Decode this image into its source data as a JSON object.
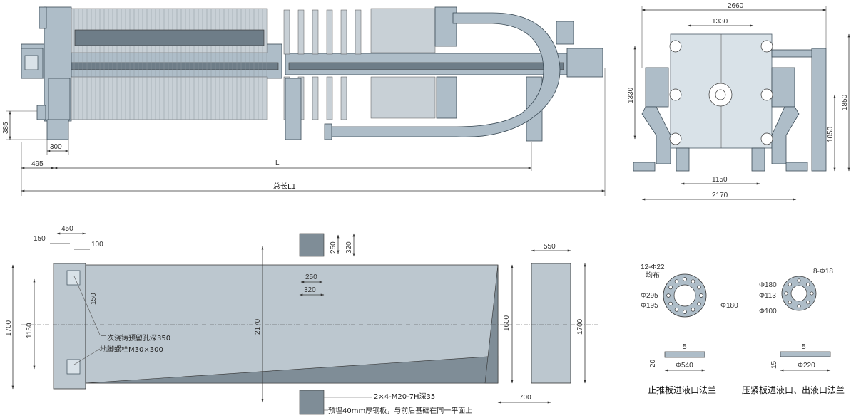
{
  "colors": {
    "steel": "#aebdc8",
    "plate": "#c8d0d6",
    "dark": "#6e7d88",
    "foundation": "#bcc7cf"
  },
  "front": {
    "d495": "495",
    "d300": "300",
    "d385": "385",
    "dL": "L",
    "dL1": "总长L1"
  },
  "side": {
    "d2660": "2660",
    "d1330a": "1330",
    "d1330b": "1330",
    "d1850": "1850",
    "d1050": "1050",
    "d1150": "1150",
    "d2170": "2170"
  },
  "plan": {
    "d450": "450",
    "d150a": "150",
    "d100": "100",
    "d150b": "150",
    "d1150": "1150",
    "d1700": "1700",
    "d250a": "250",
    "d320a": "320",
    "d250b": "250",
    "d320b": "320",
    "d2170": "2170",
    "d1600": "1600",
    "d550": "550",
    "d1700b": "1700",
    "d700": "700",
    "note_hole": "二次浇铸预留孔深350",
    "note_bolt": "地脚螺栓M30×300",
    "note_thread": "2×4-M20-7H深35",
    "note_plate": "预埋40mm厚钢板，与前后基础在同一平面上"
  },
  "flangeA": {
    "holes": "12-Φ22",
    "even": "均布",
    "d295": "Φ295",
    "d195": "Φ195",
    "d180": "Φ180",
    "d5": "5",
    "d20": "20",
    "d540": "Φ540",
    "caption": "止推板进液口法兰"
  },
  "flangeB": {
    "holes": "8-Φ18",
    "d180": "Φ180",
    "d113": "Φ113",
    "d100": "Φ100",
    "d5": "5",
    "d15": "15",
    "d220": "Φ220",
    "caption": "压紧板进液口、出液口法兰"
  }
}
